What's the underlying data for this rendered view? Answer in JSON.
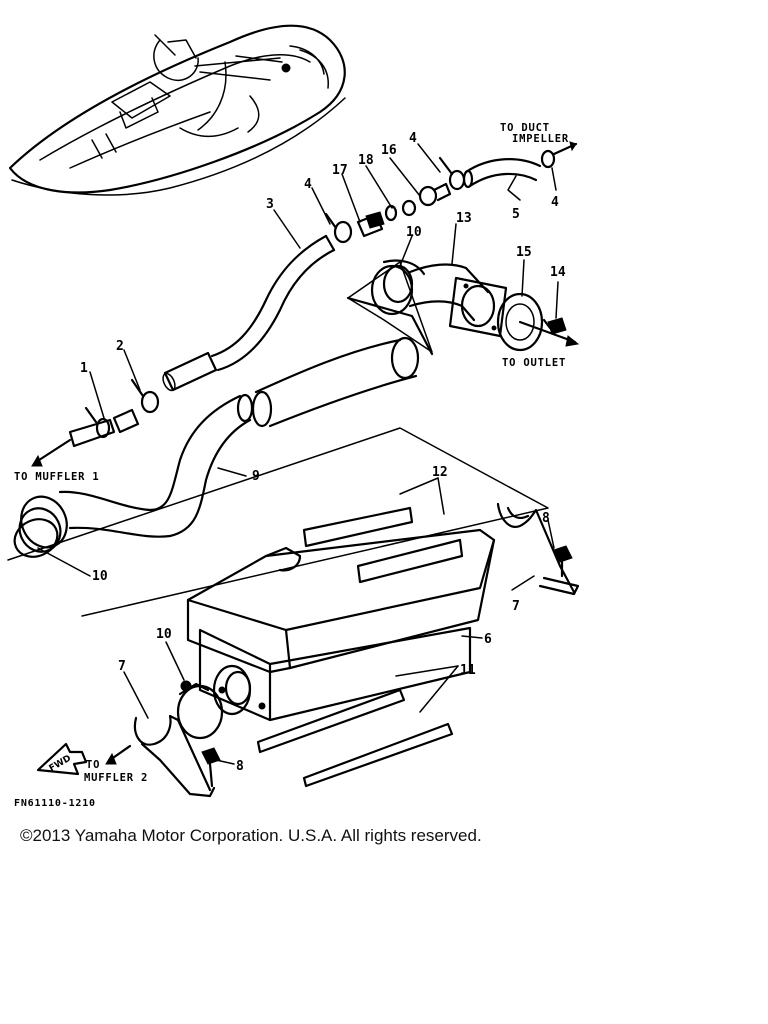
{
  "figure_id": "FN61110-1210",
  "copyright": "©2013 Yamaha Motor Corporation. U.S.A. All rights reserved.",
  "direction_labels": {
    "duct_line1": "TO DUCT",
    "duct_line2": "IMPELLER",
    "outlet": "TO OUTLET",
    "muffler1": "TO MUFFLER 1",
    "muffler2_line1": "TO",
    "muffler2_line2": "MUFFLER 2",
    "fwd": "FWD"
  },
  "callouts": [
    "1",
    "2",
    "3",
    "4",
    "4",
    "4",
    "5",
    "6",
    "7",
    "7",
    "8",
    "8",
    "9",
    "10",
    "10",
    "10",
    "11",
    "12",
    "13",
    "14",
    "15",
    "16",
    "17",
    "18"
  ]
}
